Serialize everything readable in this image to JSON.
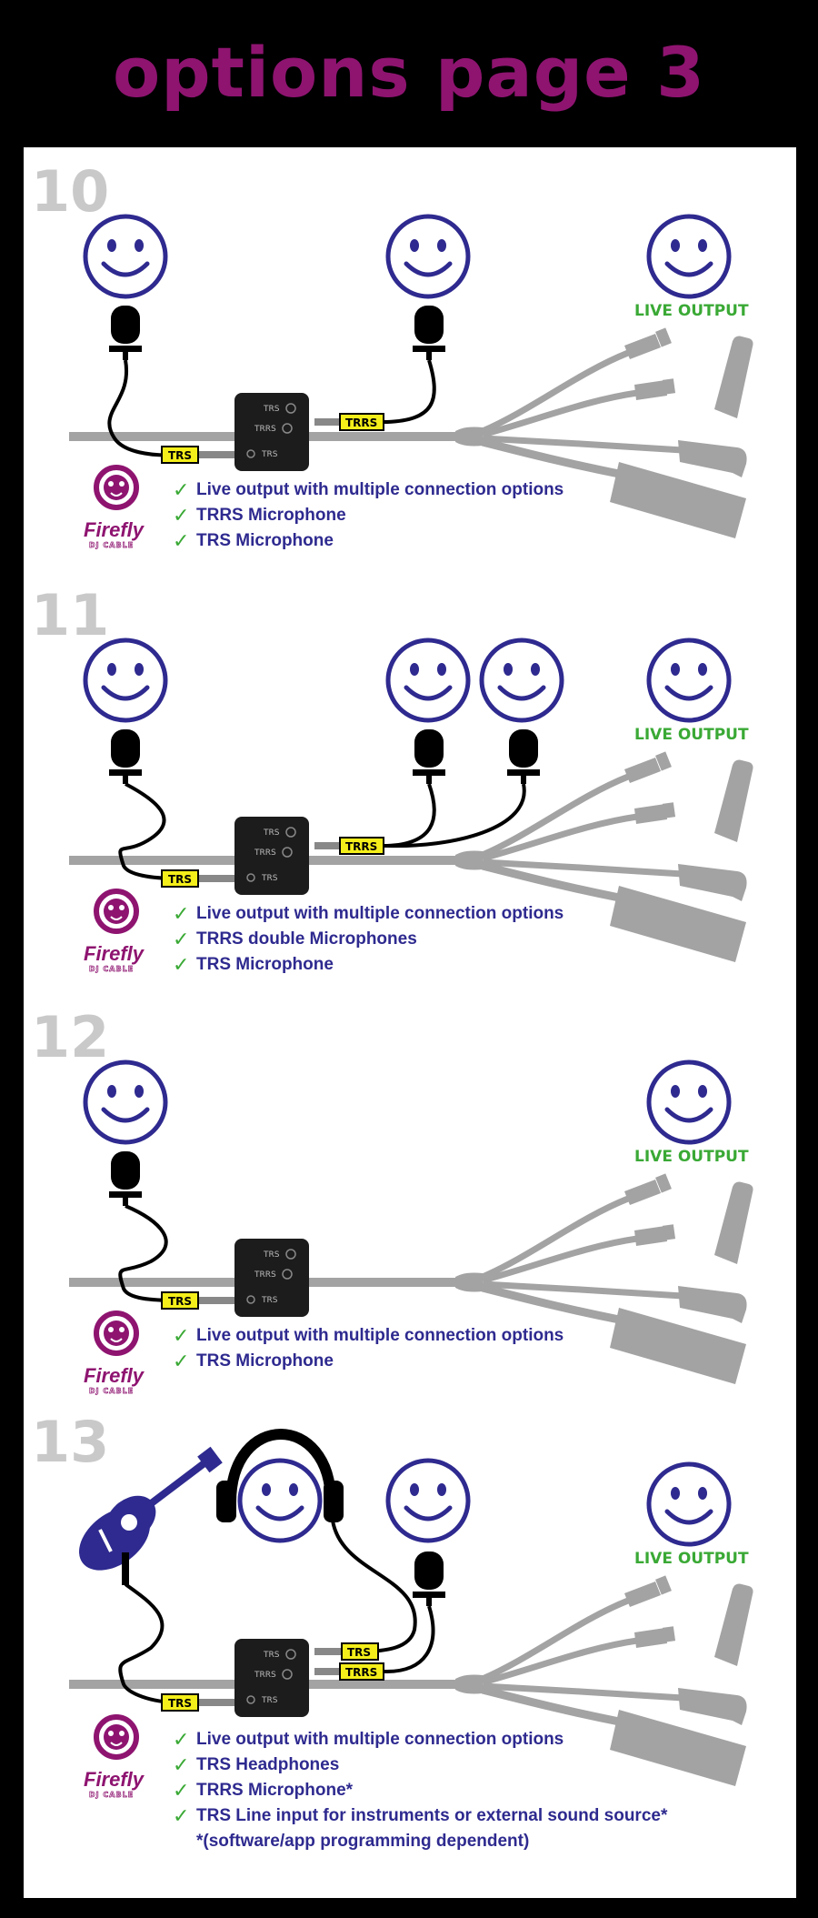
{
  "page_title": "options page 3",
  "labels": {
    "live_output": "LIVE OUTPUT",
    "trs": "TRS",
    "trrs": "TRRS",
    "logo_brand": "Firefly",
    "logo_sub": "DJ CABLE"
  },
  "colors": {
    "title": "#8e1470",
    "face": "#2e2a8f",
    "check": "#3aa935",
    "text": "#2e2a8f",
    "tag_bg": "#f4ee1a",
    "cable_grey": "#a3a3a3"
  },
  "options": [
    {
      "number": "10",
      "features": [
        "Live output with multiple connection options",
        "TRRS Microphone",
        "TRS Microphone"
      ]
    },
    {
      "number": "11",
      "features": [
        "Live output with multiple connection options",
        "TRRS double Microphones",
        "TRS Microphone"
      ]
    },
    {
      "number": "12",
      "features": [
        "Live output with multiple connection options",
        "TRS Microphone"
      ]
    },
    {
      "number": "13",
      "features": [
        "Live output with multiple connection options",
        "TRS Headphones",
        "TRRS Microphone*",
        "TRS Line input for instruments or external sound source*",
        "*(software/app programming dependent)"
      ]
    }
  ]
}
